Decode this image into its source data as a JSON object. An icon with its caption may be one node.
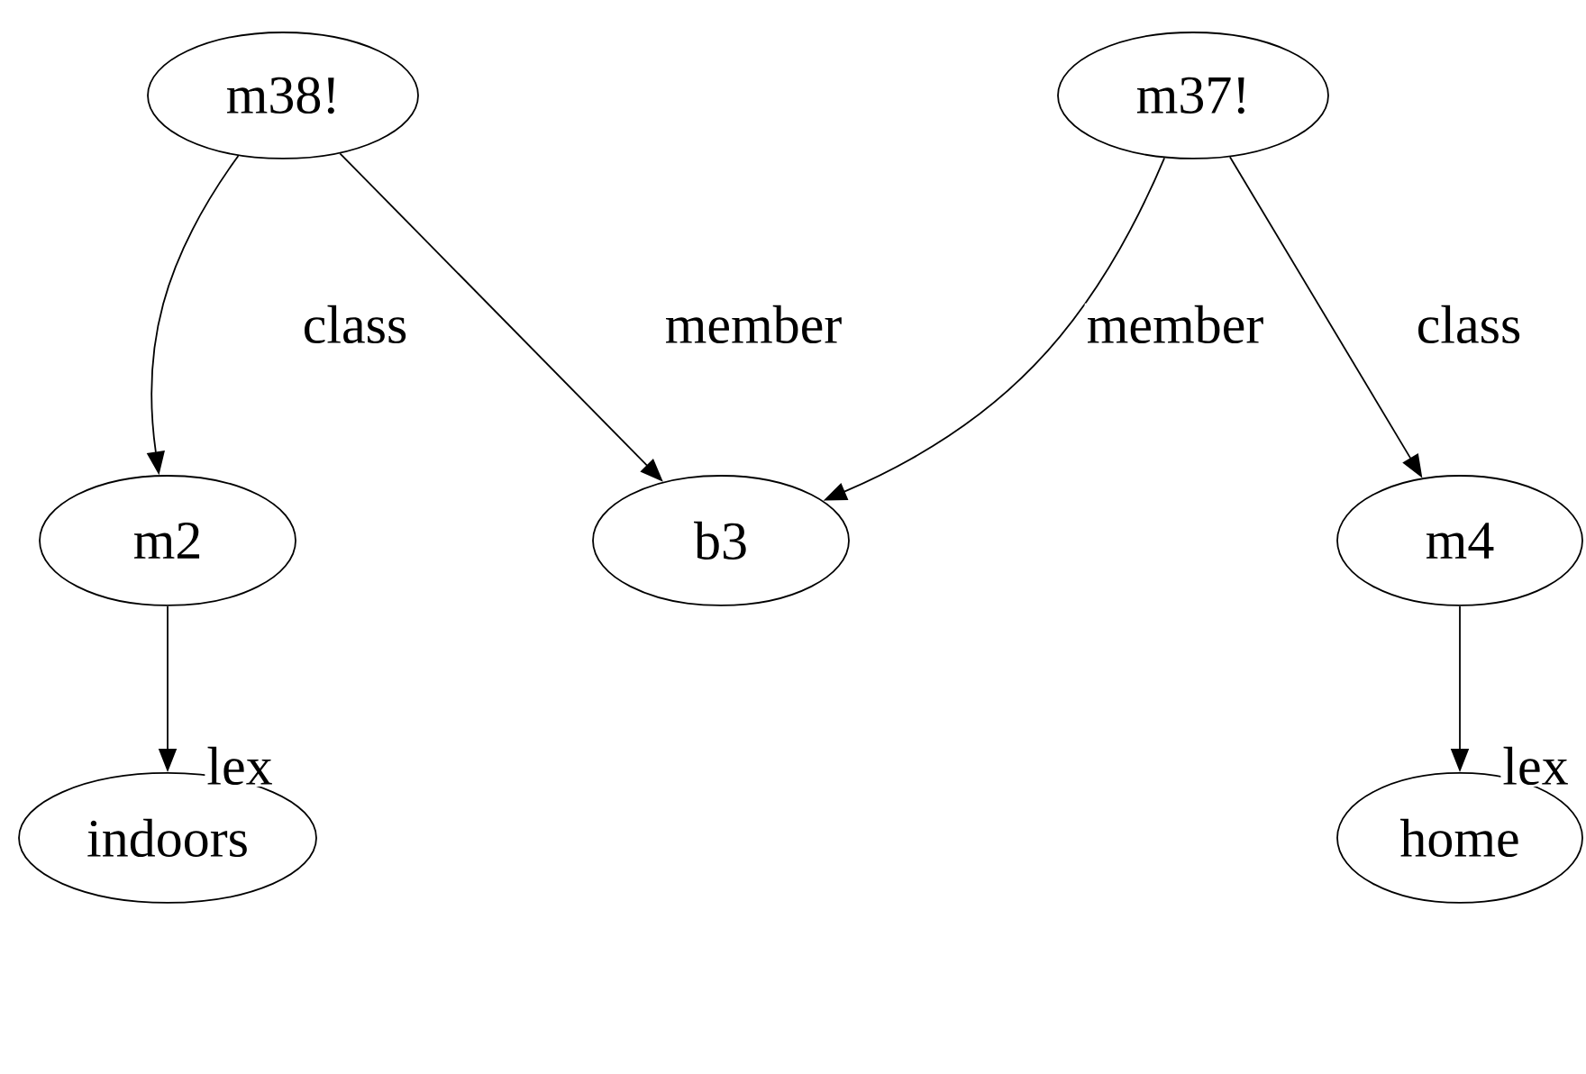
{
  "diagram": {
    "nodes": [
      {
        "text": [
          "m38!"
        ]
      },
      {
        "text": [
          "m37!"
        ]
      },
      {
        "text": [
          "m2"
        ]
      },
      {
        "text": [
          "b3"
        ]
      },
      {
        "text": [
          "m4"
        ]
      },
      {
        "text": [
          "indoors"
        ]
      },
      {
        "text": [
          "home"
        ]
      }
    ],
    "edges": [
      {
        "from": 0,
        "to": 2,
        "arrow": "to",
        "label": "class"
      },
      {
        "from": 0,
        "to": 3,
        "arrow": "to",
        "label": "member"
      },
      {
        "from": 1,
        "to": 3,
        "arrow": "to",
        "label": "member"
      },
      {
        "from": 1,
        "to": 4,
        "arrow": "to",
        "label": "class"
      },
      {
        "from": 2,
        "to": 5,
        "arrow": "to",
        "label": "lex"
      },
      {
        "from": 4,
        "to": 6,
        "arrow": "to",
        "label": "lex"
      }
    ]
  }
}
